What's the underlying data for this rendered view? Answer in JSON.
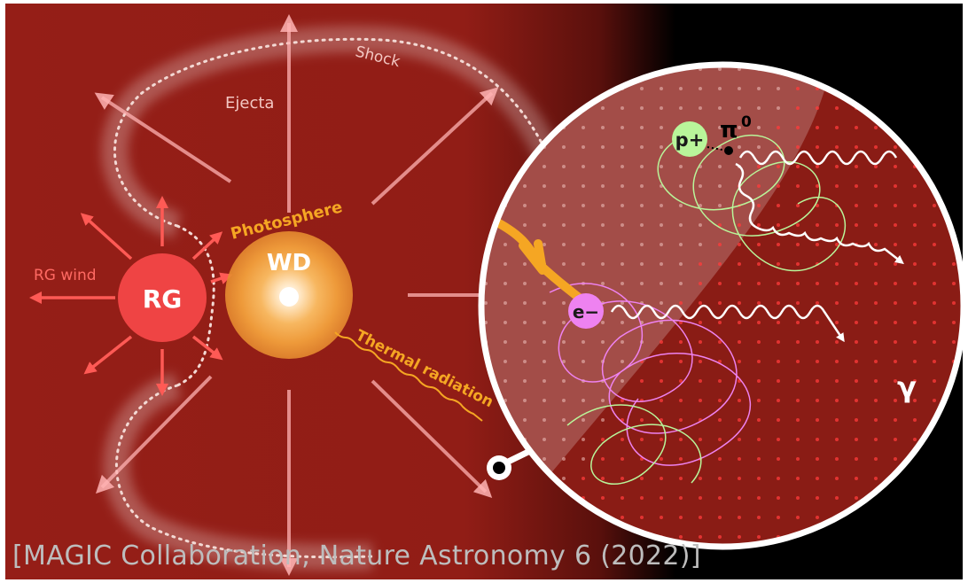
{
  "labels": {
    "shock": "Shock",
    "ejecta": "Ejecta",
    "photosphere": "Photosphere",
    "rg_wind": "RG wind",
    "rg": "RG",
    "wd": "WD",
    "thermal_radiation": "Thermal radiation",
    "proton": "p+",
    "pion": "π",
    "pion_superscript": "0",
    "electron": "e−",
    "gamma": "γ"
  },
  "credit": "[MAGIC Collaboration, Nature Astronomy 6 (2022)]",
  "colors": {
    "background_red": "#951e17",
    "rg_red": "#ef4444",
    "wd_orange": "#f2a03a",
    "thermal_orange": "#f5a623",
    "proton_green": "#b9f59a",
    "electron_pink": "#ee82f0",
    "shock_white": "#f3d9d4"
  }
}
